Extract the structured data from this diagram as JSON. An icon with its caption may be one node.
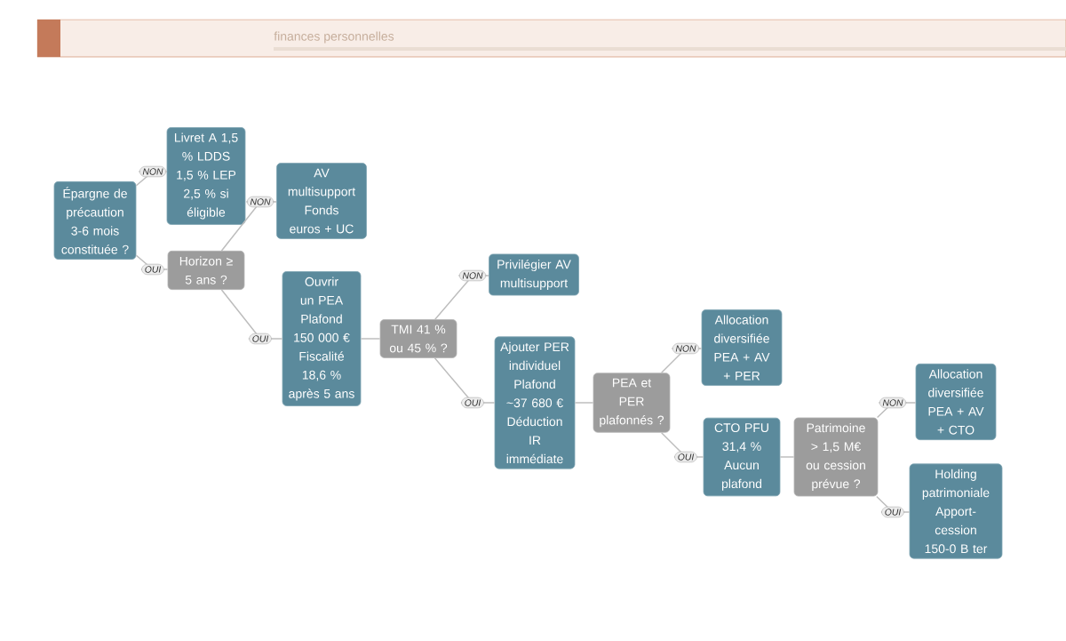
{
  "diagram": {
    "nodes": [
      {
        "text": [
          "Épargne de précaution 3-6 mois constituée ?"
        ]
      },
      {
        "text": [
          "Livret A 1,5 % LDDS 1,5 % LEP 2,5 % si éligible"
        ]
      },
      {
        "text": [
          "AV multisupport Fonds euros + UC"
        ]
      },
      {
        "text": [
          "Horizon ≥ 5 ans ?"
        ]
      },
      {
        "text": [
          "Ouvrir un PEA Plafond 150 000 € Fiscalité 18,6 % après 5 ans"
        ]
      },
      {
        "text": [
          "TMI 41 % ou 45 % ?"
        ]
      },
      {
        "text": [
          "Privilégier AV multisupport"
        ]
      },
      {
        "text": [
          "Ajouter PER individuel Plafond ~37 680 € Déduction IR immédiate"
        ]
      },
      {
        "text": [
          "PEA et PER plafonnés ?"
        ]
      },
      {
        "text": [
          "Allocation diversifiée PEA + AV + PER"
        ]
      },
      {
        "text": [
          "CTO PFU 31,4 % Aucun plafond"
        ]
      },
      {
        "text": [
          "Patrimoine > 1,5 M€ ou cession prévue ?"
        ]
      },
      {
        "text": [
          "Allocation diversifiée PEA + AV + CTO"
        ]
      },
      {
        "text": [
          "Holding patrimoniale Apport-cession 150-0 B ter"
        ]
      }
    ],
    "edges": [
      {
        "from": 0,
        "to": 1,
        "arrow": "none",
        "label": "NON"
      },
      {
        "from": 0,
        "to": 3,
        "arrow": "none",
        "label": "OUI"
      },
      {
        "from": 3,
        "to": 2,
        "arrow": "none",
        "label": "NON"
      },
      {
        "from": 3,
        "to": 4,
        "arrow": "none",
        "label": "OUI"
      },
      {
        "from": 4,
        "to": 5,
        "arrow": "none"
      },
      {
        "from": 5,
        "to": 6,
        "arrow": "none",
        "label": "NON"
      },
      {
        "from": 5,
        "to": 7,
        "arrow": "none",
        "label": "OUI"
      },
      {
        "from": 7,
        "to": 8,
        "arrow": "none"
      },
      {
        "from": 8,
        "to": 9,
        "arrow": "none",
        "label": "NON"
      },
      {
        "from": 8,
        "to": 10,
        "arrow": "none",
        "label": "OUI"
      },
      {
        "from": 10,
        "to": 11,
        "arrow": "none"
      },
      {
        "from": 11,
        "to": 12,
        "arrow": "none",
        "label": "NON"
      },
      {
        "from": 11,
        "to": 13,
        "arrow": "none",
        "label": "OUI"
      }
    ],
    "labels": [
      "finances personnelles"
    ]
  }
}
